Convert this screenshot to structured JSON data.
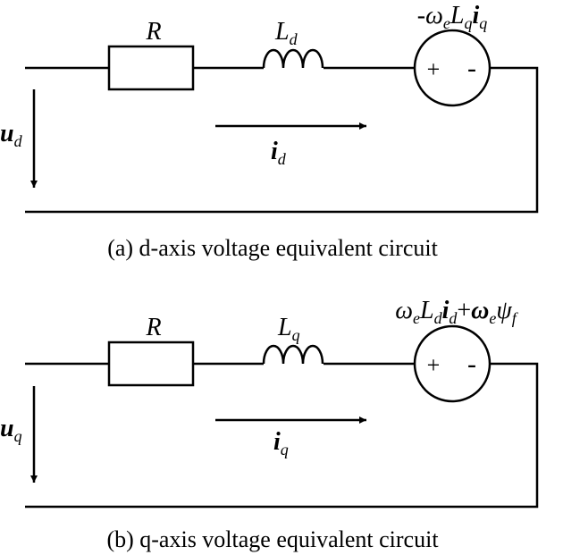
{
  "circuits": [
    {
      "resistor": {
        "main": "R"
      },
      "inductor": {
        "main": "L",
        "sub": "d"
      },
      "source": {
        "plus": "+",
        "minus": "-"
      },
      "source_label": {
        "t1": "-ω",
        "t1s": "e",
        "t2": "L",
        "t2s": "q",
        "t3": "i",
        "t3s": "q"
      },
      "voltage": {
        "main": "u",
        "sub": "d"
      },
      "current": {
        "main": "i",
        "sub": "d"
      },
      "caption": "(a) d-axis voltage equivalent circuit"
    },
    {
      "resistor": {
        "main": "R"
      },
      "inductor": {
        "main": "L",
        "sub": "q"
      },
      "source": {
        "plus": "+",
        "minus": "-"
      },
      "source_label": {
        "t1": "ω",
        "t1s": "e",
        "t2": "L",
        "t2s": "d",
        "t3": "i",
        "t3s": "d",
        "op": "+",
        "t4": "ω",
        "t4s": "e",
        "t5": "ψ",
        "t5s": "f"
      },
      "voltage": {
        "main": "u",
        "sub": "q"
      },
      "current": {
        "main": "i",
        "sub": "q"
      },
      "caption": "(b) q-axis voltage equivalent circuit"
    }
  ]
}
